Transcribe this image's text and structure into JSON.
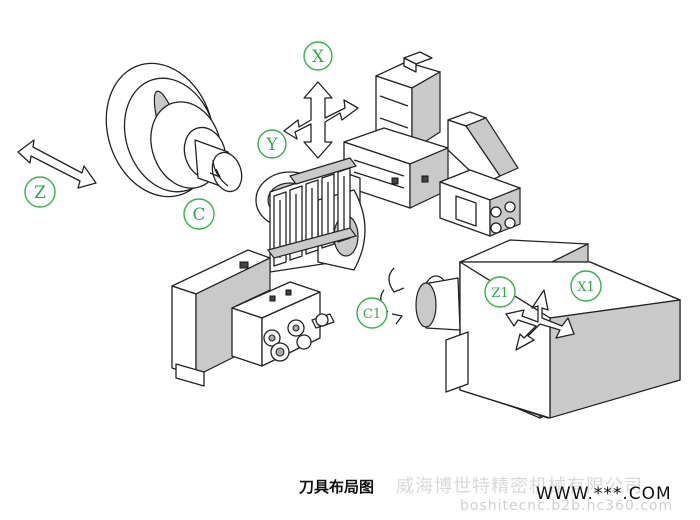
{
  "axes": {
    "x": "X",
    "y": "Y",
    "z": "Z",
    "c": "C",
    "c1": "C1",
    "z1": "Z1",
    "x1": "X1"
  },
  "caption": "刀具布局图",
  "watermark": {
    "company": "威海博世特精密机械有限公司",
    "site": "WWW.***.COM",
    "domain": "boshitecnc.b2b.hc360.com"
  },
  "colors": {
    "label_green": "#2fa84f",
    "ring_green": "#33b34a",
    "line": "#222222",
    "shade": "#c9c9c9"
  }
}
